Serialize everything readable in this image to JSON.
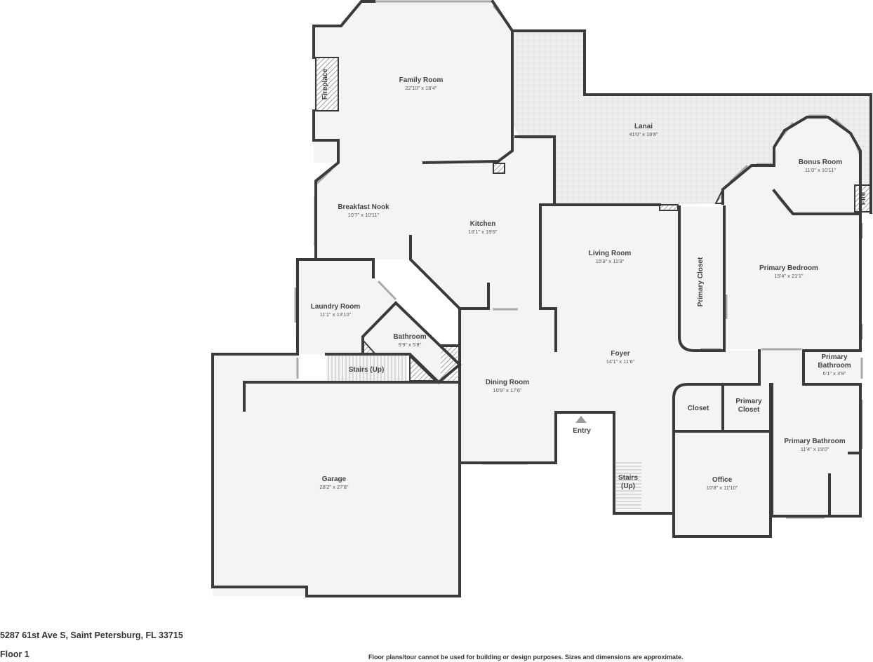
{
  "floorplan": {
    "address": "5287 61st Ave S, Saint Petersburg, FL 33715",
    "floor": "Floor 1",
    "disclaimer": "Floor plans/tour cannot be used for building or design purposes. Sizes and dimensions are approximate.",
    "colors": {
      "wall": "#3a3a3a",
      "floor": "#f4f4f4",
      "lanai": "#ececec",
      "window": "#c8c8c8"
    },
    "rooms": {
      "family_room": {
        "name": "Family Room",
        "dims": "22'10\" x 18'4\""
      },
      "fireplace": {
        "name": "Fireplace"
      },
      "lanai": {
        "name": "Lanai",
        "dims": "41'0\" x 19'8\""
      },
      "bonus_room": {
        "name": "Bonus Room",
        "dims": "11'0\" x 10'11\""
      },
      "fire": {
        "name": "Fire"
      },
      "breakfast_nook": {
        "name": "Breakfast Nook",
        "dims": "10'7\" x 10'11\""
      },
      "kitchen": {
        "name": "Kitchen",
        "dims": "16'1\" x 19'6\""
      },
      "living_room": {
        "name": "Living Room",
        "dims": "15'9\" x 11'9\""
      },
      "primary_closet_a": {
        "name": "Primary Closet"
      },
      "primary_bedroom": {
        "name": "Primary Bedroom",
        "dims": "15'4\" x 21'1\""
      },
      "laundry_room": {
        "name": "Laundry Room",
        "dims": "11'1\" x 13'10\""
      },
      "bathroom": {
        "name": "Bathroom",
        "dims": "9'9\" x 5'8\""
      },
      "stairs_up_a": {
        "name": "Stairs (Up)"
      },
      "foyer": {
        "name": "Foyer",
        "dims": "14'1\" x 11'6\""
      },
      "primary_bathroom_small": {
        "name_line1": "Primary",
        "name_line2": "Bathroom",
        "dims": "6'1\" x 3'9\""
      },
      "dining_room": {
        "name": "Dining Room",
        "dims": "10'9\" x 17'6\""
      },
      "closet": {
        "name": "Closet"
      },
      "primary_closet_b": {
        "name_line1": "Primary",
        "name_line2": "Closet"
      },
      "entry": {
        "name": "Entry"
      },
      "primary_bathroom": {
        "name": "Primary Bathroom",
        "dims": "11'4\" x 19'0\""
      },
      "stairs_up_b": {
        "name_line1": "Stairs",
        "name_line2": "(Up)"
      },
      "office": {
        "name": "Office",
        "dims": "10'8\" x 11'10\""
      },
      "garage": {
        "name": "Garage",
        "dims": "28'2\" x 27'8\""
      }
    }
  }
}
